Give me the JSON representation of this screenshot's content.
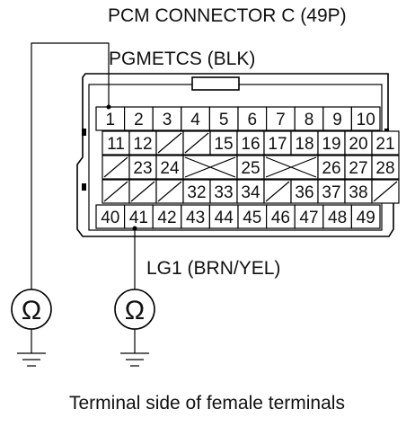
{
  "title": "PCM CONNECTOR C (49P)",
  "labels": {
    "pgmetcs": "PGMETCS (BLK)",
    "lg1": "LG1 (BRN/YEL)",
    "caption": "Terminal side of female terminals"
  },
  "meter_symbol": "Ω",
  "icons": [
    "ohmmeter-icon",
    "ground-icon"
  ],
  "connector": {
    "rows": [
      [
        "1",
        "2",
        "3",
        "4",
        "5",
        "6",
        "7",
        "8",
        "9",
        "10"
      ],
      [
        "11",
        "12",
        "/",
        "/",
        "15",
        "16",
        "17",
        "18",
        "19",
        "20",
        "21"
      ],
      [
        "/",
        "23",
        "24",
        "X",
        "25",
        "X",
        "26",
        "27",
        "28"
      ],
      [
        "/",
        "/",
        "/",
        "32",
        "33",
        "34",
        "/",
        "36",
        "37",
        "38",
        "/"
      ],
      [
        "40",
        "41",
        "42",
        "43",
        "44",
        "45",
        "46",
        "47",
        "48",
        "49"
      ]
    ]
  }
}
